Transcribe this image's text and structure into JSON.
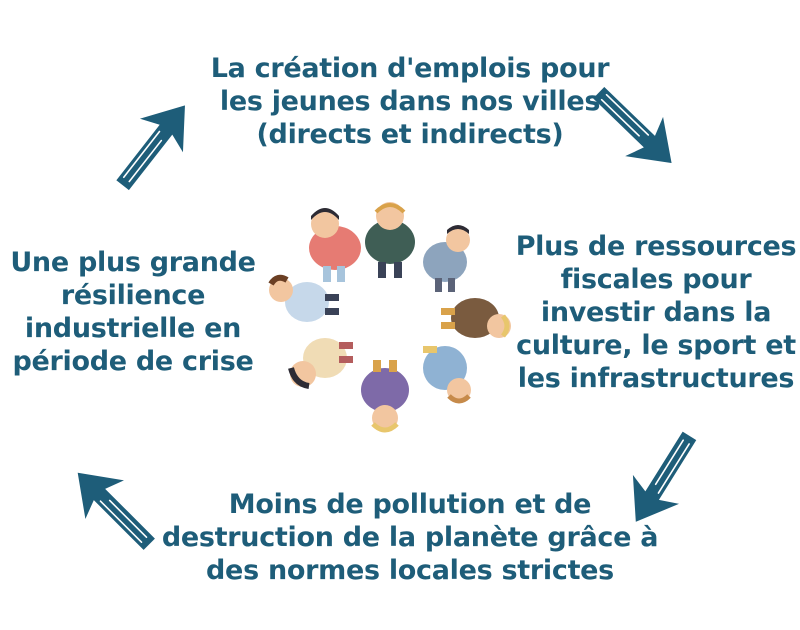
{
  "diagram": {
    "nodes": [
      {
        "id": "top",
        "lines": [
          "La création d'emplois pour",
          "les jeunes dans nos villes",
          "(directs et indirects)"
        ]
      },
      {
        "id": "right",
        "lines": [
          "Plus de ressources",
          "fiscales pour",
          "investir dans la",
          "culture, le sport et",
          "les infrastructures"
        ]
      },
      {
        "id": "bottom",
        "lines": [
          "Moins de pollution et de",
          "destruction de la planète grâce à",
          "des normes locales strictes"
        ]
      },
      {
        "id": "left",
        "lines": [
          "Une plus grande",
          "résilience",
          "industrielle en",
          "période de crise"
        ]
      }
    ],
    "edges": [
      {
        "from": "top",
        "to": "right"
      },
      {
        "from": "right",
        "to": "bottom"
      },
      {
        "from": "bottom",
        "to": "left"
      },
      {
        "from": "left",
        "to": "top"
      }
    ],
    "colors": {
      "text": "#1e5d79",
      "arrow": "#1e5d79",
      "arrow_stroke": "#ffffff"
    },
    "center_icon": "people-circle-icon"
  }
}
